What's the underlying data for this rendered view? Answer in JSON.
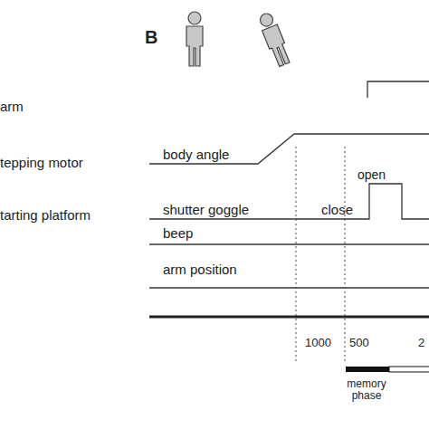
{
  "diagram": {
    "labels": [
      "B",
      "arm",
      "tepping motor",
      "tarting platform",
      "body angle",
      "open",
      "shutter goggle",
      "close",
      "beep",
      "arm position",
      "1000",
      "500",
      "2",
      "memory phase"
    ]
  }
}
